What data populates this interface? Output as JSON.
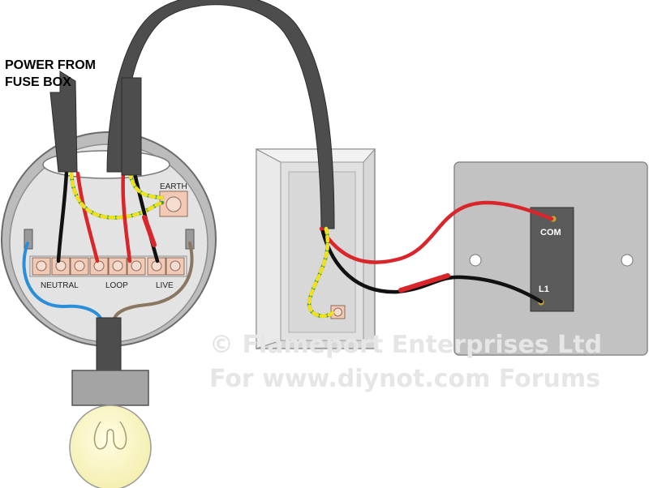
{
  "header": {
    "title": "POWER FROM\nFUSE BOX"
  },
  "rose": {
    "earth_label": "EARTH",
    "neutral_label": "NEUTRAL",
    "loop_label": "LOOP",
    "live_label": "LIVE"
  },
  "switch": {
    "com_label": "COM",
    "l1_label": "L1"
  },
  "watermark": {
    "line1": "© Flameport Enterprises Ltd",
    "line2": "For www.diynot.com Forums"
  },
  "colors": {
    "cable_grey": "#4d4d4d",
    "live_red": "#d9262b",
    "neutral_blue": "#2a8fd8",
    "brown": "#8a7761",
    "earth_green": "#3c9b3c",
    "earth_yellow": "#f0e020",
    "terminal": "#f2c9b4",
    "plate_grey": "#c0c0c0"
  }
}
